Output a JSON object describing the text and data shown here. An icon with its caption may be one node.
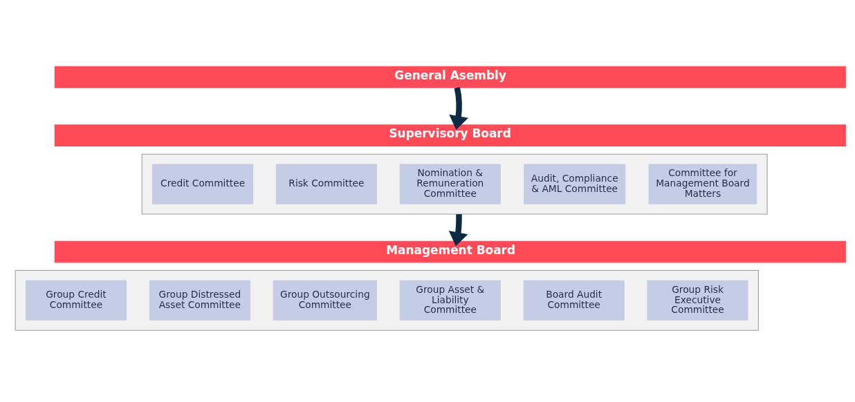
{
  "diagram": {
    "nodes": [
      {
        "text": [
          "General Asembly"
        ]
      },
      {
        "text": [
          "Supervisory Board"
        ]
      },
      {
        "text": [],
        "shape": "box"
      },
      {
        "text": [
          "Credit Committee"
        ],
        "in": 2
      },
      {
        "text": [
          "Risk Committee"
        ],
        "in": 2
      },
      {
        "text": [
          "Nomination & Remuneration Committee"
        ],
        "in": 2
      },
      {
        "text": [
          "Audit, Compliance & AML Committee"
        ],
        "in": 2
      },
      {
        "text": [
          "Committee for Management Board Matters"
        ],
        "in": 2
      },
      {
        "text": [
          "Management Board"
        ]
      },
      {
        "text": [],
        "shape": "box"
      },
      {
        "text": [
          "Group Credit Committee"
        ],
        "in": 9
      },
      {
        "text": [
          "Group Distressed Asset Committee"
        ],
        "in": 9
      },
      {
        "text": [
          "Group Outsourcing Committee"
        ],
        "in": 9
      },
      {
        "text": [
          "Group Asset & Liability Committee"
        ],
        "in": 9
      },
      {
        "text": [
          "Board Audit Committee"
        ],
        "in": 9
      },
      {
        "text": [
          "Group Risk Executive Committee"
        ],
        "in": 9
      }
    ],
    "edges": [
      {
        "from": 0,
        "to": 1,
        "arrow": "to"
      },
      {
        "from": 2,
        "to": 8,
        "arrow": "to"
      }
    ]
  }
}
